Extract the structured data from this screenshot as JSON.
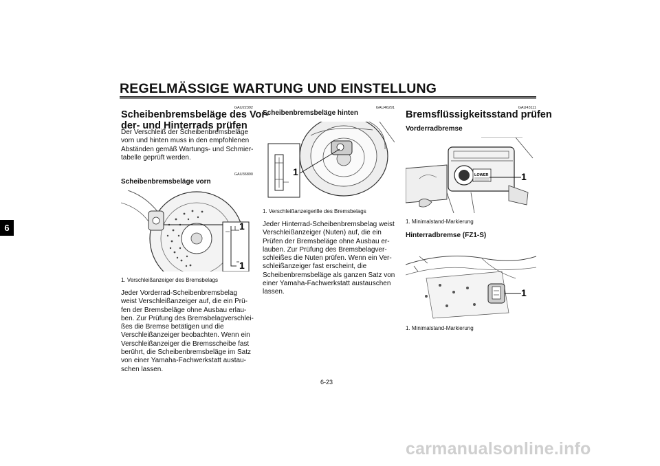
{
  "header": {
    "title": "REGELMÄSSIGE WARTUNG UND EINSTELLUNG"
  },
  "chapter_tab": "6",
  "column1": {
    "code1": "GAU22392",
    "heading_lines": [
      "Scheibenbremsbeläge des Vor-",
      "der- und Hinterrads prüfen"
    ],
    "intro_lines": [
      "Der Verschleiß der Scheibenbremsbeläge",
      "vorn und hinten muss in den empfohlenen",
      "Abständen gemäß Wartungs- und Schmier-",
      "tabelle geprüft werden."
    ],
    "code2": "GAU36890",
    "subheading": "Scheibenbremsbeläge vorn",
    "figure_label": "1",
    "caption": "1.  Verschleißanzeiger des Bremsbelags",
    "body_lines": [
      "Jeder Vorderrad-Scheibenbremsbelag",
      "weist Verschleißanzeiger auf, die ein Prü-",
      "fen der Bremsbeläge ohne Ausbau erlau-",
      "ben. Zur Prüfung des Bremsbelagverschlei-",
      "ßes die Bremse betätigen und die",
      "Verschleißanzeiger beobachten. Wenn ein",
      "Verschleißanzeiger die Bremsscheibe fast",
      "berührt, die Scheibenbremsbeläge im Satz",
      "von einer Yamaha-Fachwerkstatt austau-",
      "schen lassen."
    ]
  },
  "column2": {
    "code": "GAU46291",
    "subheading": "Scheibenbremsbeläge hinten",
    "figure_label": "1",
    "caption": "1.  Verschleißanzeigerille des Bremsbelags",
    "body_lines": [
      "Jeder Hinterrad-Scheibenbremsbelag weist",
      "Verschleißanzeiger (Nuten) auf, die ein",
      "Prüfen der Bremsbeläge ohne Ausbau er-",
      "lauben. Zur Prüfung des Bremsbelagver-",
      "schleißes die Nuten prüfen. Wenn ein Ver-",
      "schleißanzeiger fast erscheint, die",
      "Scheibenbremsbeläge als ganzen Satz von",
      "einer Yamaha-Fachwerkstatt austauschen",
      "lassen."
    ]
  },
  "column3": {
    "code": "GAU43111",
    "heading": "Bremsflüssigkeitsstand prüfen",
    "subheading1": "Vorderradbremse",
    "figure1_label": "1",
    "figure1_text": "LOWER",
    "caption1": "1.  Minimalstand-Markierung",
    "subheading2": "Hinterradbremse (FZ1-S)",
    "figure2_label": "1",
    "caption2": "1.  Minimalstand-Markierung"
  },
  "footer": {
    "page_number": "6-23"
  },
  "watermark": "carmanualsonline.info"
}
